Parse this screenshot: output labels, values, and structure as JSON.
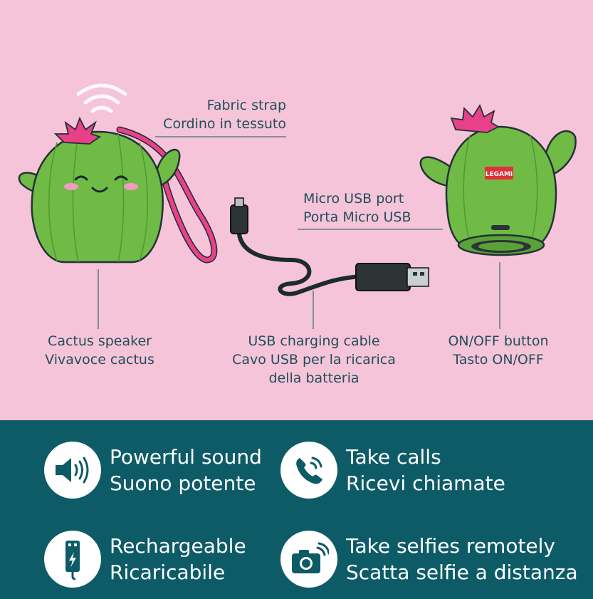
{
  "labels": {
    "strap": {
      "en": "Fabric strap",
      "it": "Cordino in tessuto"
    },
    "port": {
      "en": "Micro USB port",
      "it": "Porta Micro USB"
    },
    "speaker": {
      "en": "Cactus speaker",
      "it": "Vivavoce cactus"
    },
    "cable": {
      "en": "USB charging cable",
      "it1": "Cavo USB per la ricarica",
      "it2": "della batteria"
    },
    "button": {
      "en": "ON/OFF button",
      "it": "Tasto ON/OFF"
    }
  },
  "brand_tag": "LEGAMI",
  "features": [
    {
      "icon": "speaker-icon",
      "en": "Powerful sound",
      "it": "Suono potente"
    },
    {
      "icon": "phone-icon",
      "en": "Take calls",
      "it": "Ricevi chiamate"
    },
    {
      "icon": "battery-charge-icon",
      "en": "Rechargeable",
      "it": "Ricaricabile"
    },
    {
      "icon": "camera-icon",
      "en": "Take selfies remotely",
      "it": "Scatta selfie a distanza"
    }
  ],
  "colors": {
    "background_pink": "#f6c4d8",
    "panel_teal": "#0d5b67",
    "cactus_green": "#6fbb45",
    "flower_pink": "#e8418a",
    "label_text": "#1e4f5a"
  }
}
